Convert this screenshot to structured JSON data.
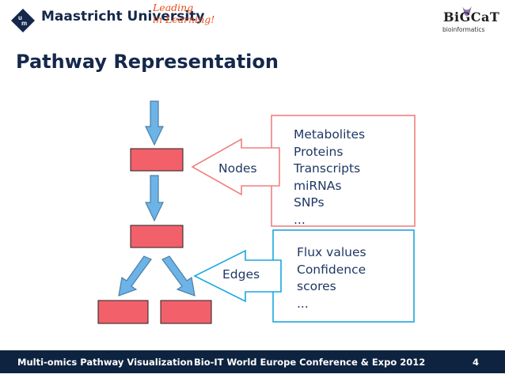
{
  "header": {
    "university_name": "Maastricht University",
    "tagline_line1": "Leading",
    "tagline_line2": "in Learning!",
    "partner_logo_text": "BiGCaT",
    "partner_logo_subtitle": "bioinformatics",
    "logo_icon": "um-logo-icon"
  },
  "slide": {
    "title": "Pathway Representation",
    "nodes_label": "Nodes",
    "nodes_list": [
      "Metabolites",
      "Proteins",
      "Transcripts",
      "miRNAs",
      "SNPs",
      "..."
    ],
    "edges_label": "Edges",
    "edges_list": [
      "Flux values",
      "Confidence",
      "scores",
      "..."
    ]
  },
  "colors": {
    "node_fill": "#f2606a",
    "node_box_border": "#f08080",
    "edge_box_border": "#1aa7e0",
    "arrow_fill": "#6cb3e8",
    "footer_bg": "#0e2340",
    "title": "#14284b"
  },
  "footer": {
    "left": "Multi-omics Pathway Visualization",
    "center": "Bio-IT World Europe Conference & Expo 2012",
    "page_number": "4"
  }
}
